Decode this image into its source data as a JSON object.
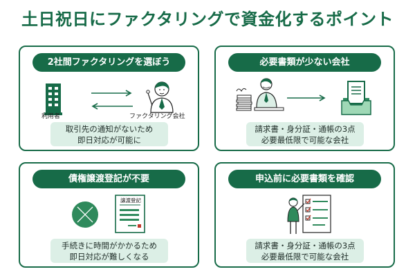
{
  "title": "土日祝日にファクタリングで資金化するポイント",
  "cards": [
    {
      "heading": "2社間ファクタリングを選ぼう",
      "labels": {
        "left": "利用者",
        "right": "ファクタリング会社"
      },
      "note": [
        "取引先の通知がないため",
        "即日対応が可能に"
      ]
    },
    {
      "heading": "必要書類が少ない会社",
      "note": [
        "請求書・身分証・通帳の3点",
        "必要最低限で可能な会社"
      ]
    },
    {
      "heading": "債権譲渡登記が不要",
      "doc_label": "譲渡登記",
      "note": [
        "手続きに時間がかかるため",
        "即日対応が難しくなる"
      ]
    },
    {
      "heading": "申込前に必要書類を確認",
      "note": [
        "請求書・身分証・通帳の3点",
        "必要最低限で可能な会社"
      ]
    }
  ],
  "colors": {
    "primary": "#176b48",
    "light": "#dcefe6",
    "accent": "#c0392b"
  }
}
